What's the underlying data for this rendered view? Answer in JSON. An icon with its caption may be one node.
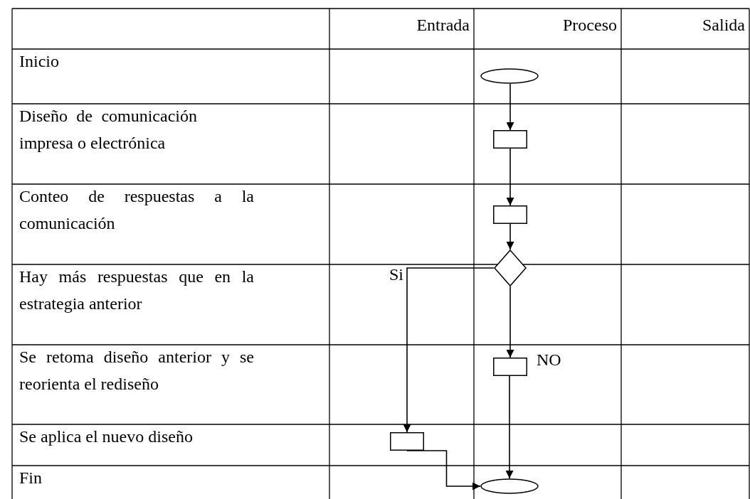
{
  "diagram": {
    "nodes": [
      {
        "text": [],
        "shape": "ellipse"
      },
      {
        "text": [],
        "shape": "box"
      },
      {
        "text": [],
        "shape": "box"
      },
      {
        "text": [],
        "shape": "diamond"
      },
      {
        "text": [],
        "shape": "box"
      },
      {
        "text": [],
        "shape": "box"
      },
      {
        "text": [],
        "shape": "ellipse"
      }
    ],
    "edges": [
      {
        "from": 0,
        "to": 1,
        "arrow": "to"
      },
      {
        "from": 1,
        "to": 2,
        "arrow": "to"
      },
      {
        "from": 2,
        "to": 3,
        "arrow": "to"
      },
      {
        "from": 3,
        "to": 5,
        "arrow": "to",
        "label": "Si"
      },
      {
        "from": 3,
        "to": 4,
        "arrow": "to",
        "label": "NO"
      },
      {
        "from": 4,
        "to": 6,
        "arrow": "to"
      },
      {
        "from": 5,
        "to": 6,
        "arrow": "to"
      }
    ],
    "labels": [
      "Entrada",
      "Proceso",
      "Salida",
      "Inicio",
      "Diseño de comunicación impresa o electrónica",
      "Conteo de respuestas a la comunicación",
      "Hay más respuestas que en la estrategia anterior",
      "Se retoma diseño anterior y se reorienta el rediseño",
      "Se aplica el nuevo diseño",
      "Fin"
    ]
  }
}
